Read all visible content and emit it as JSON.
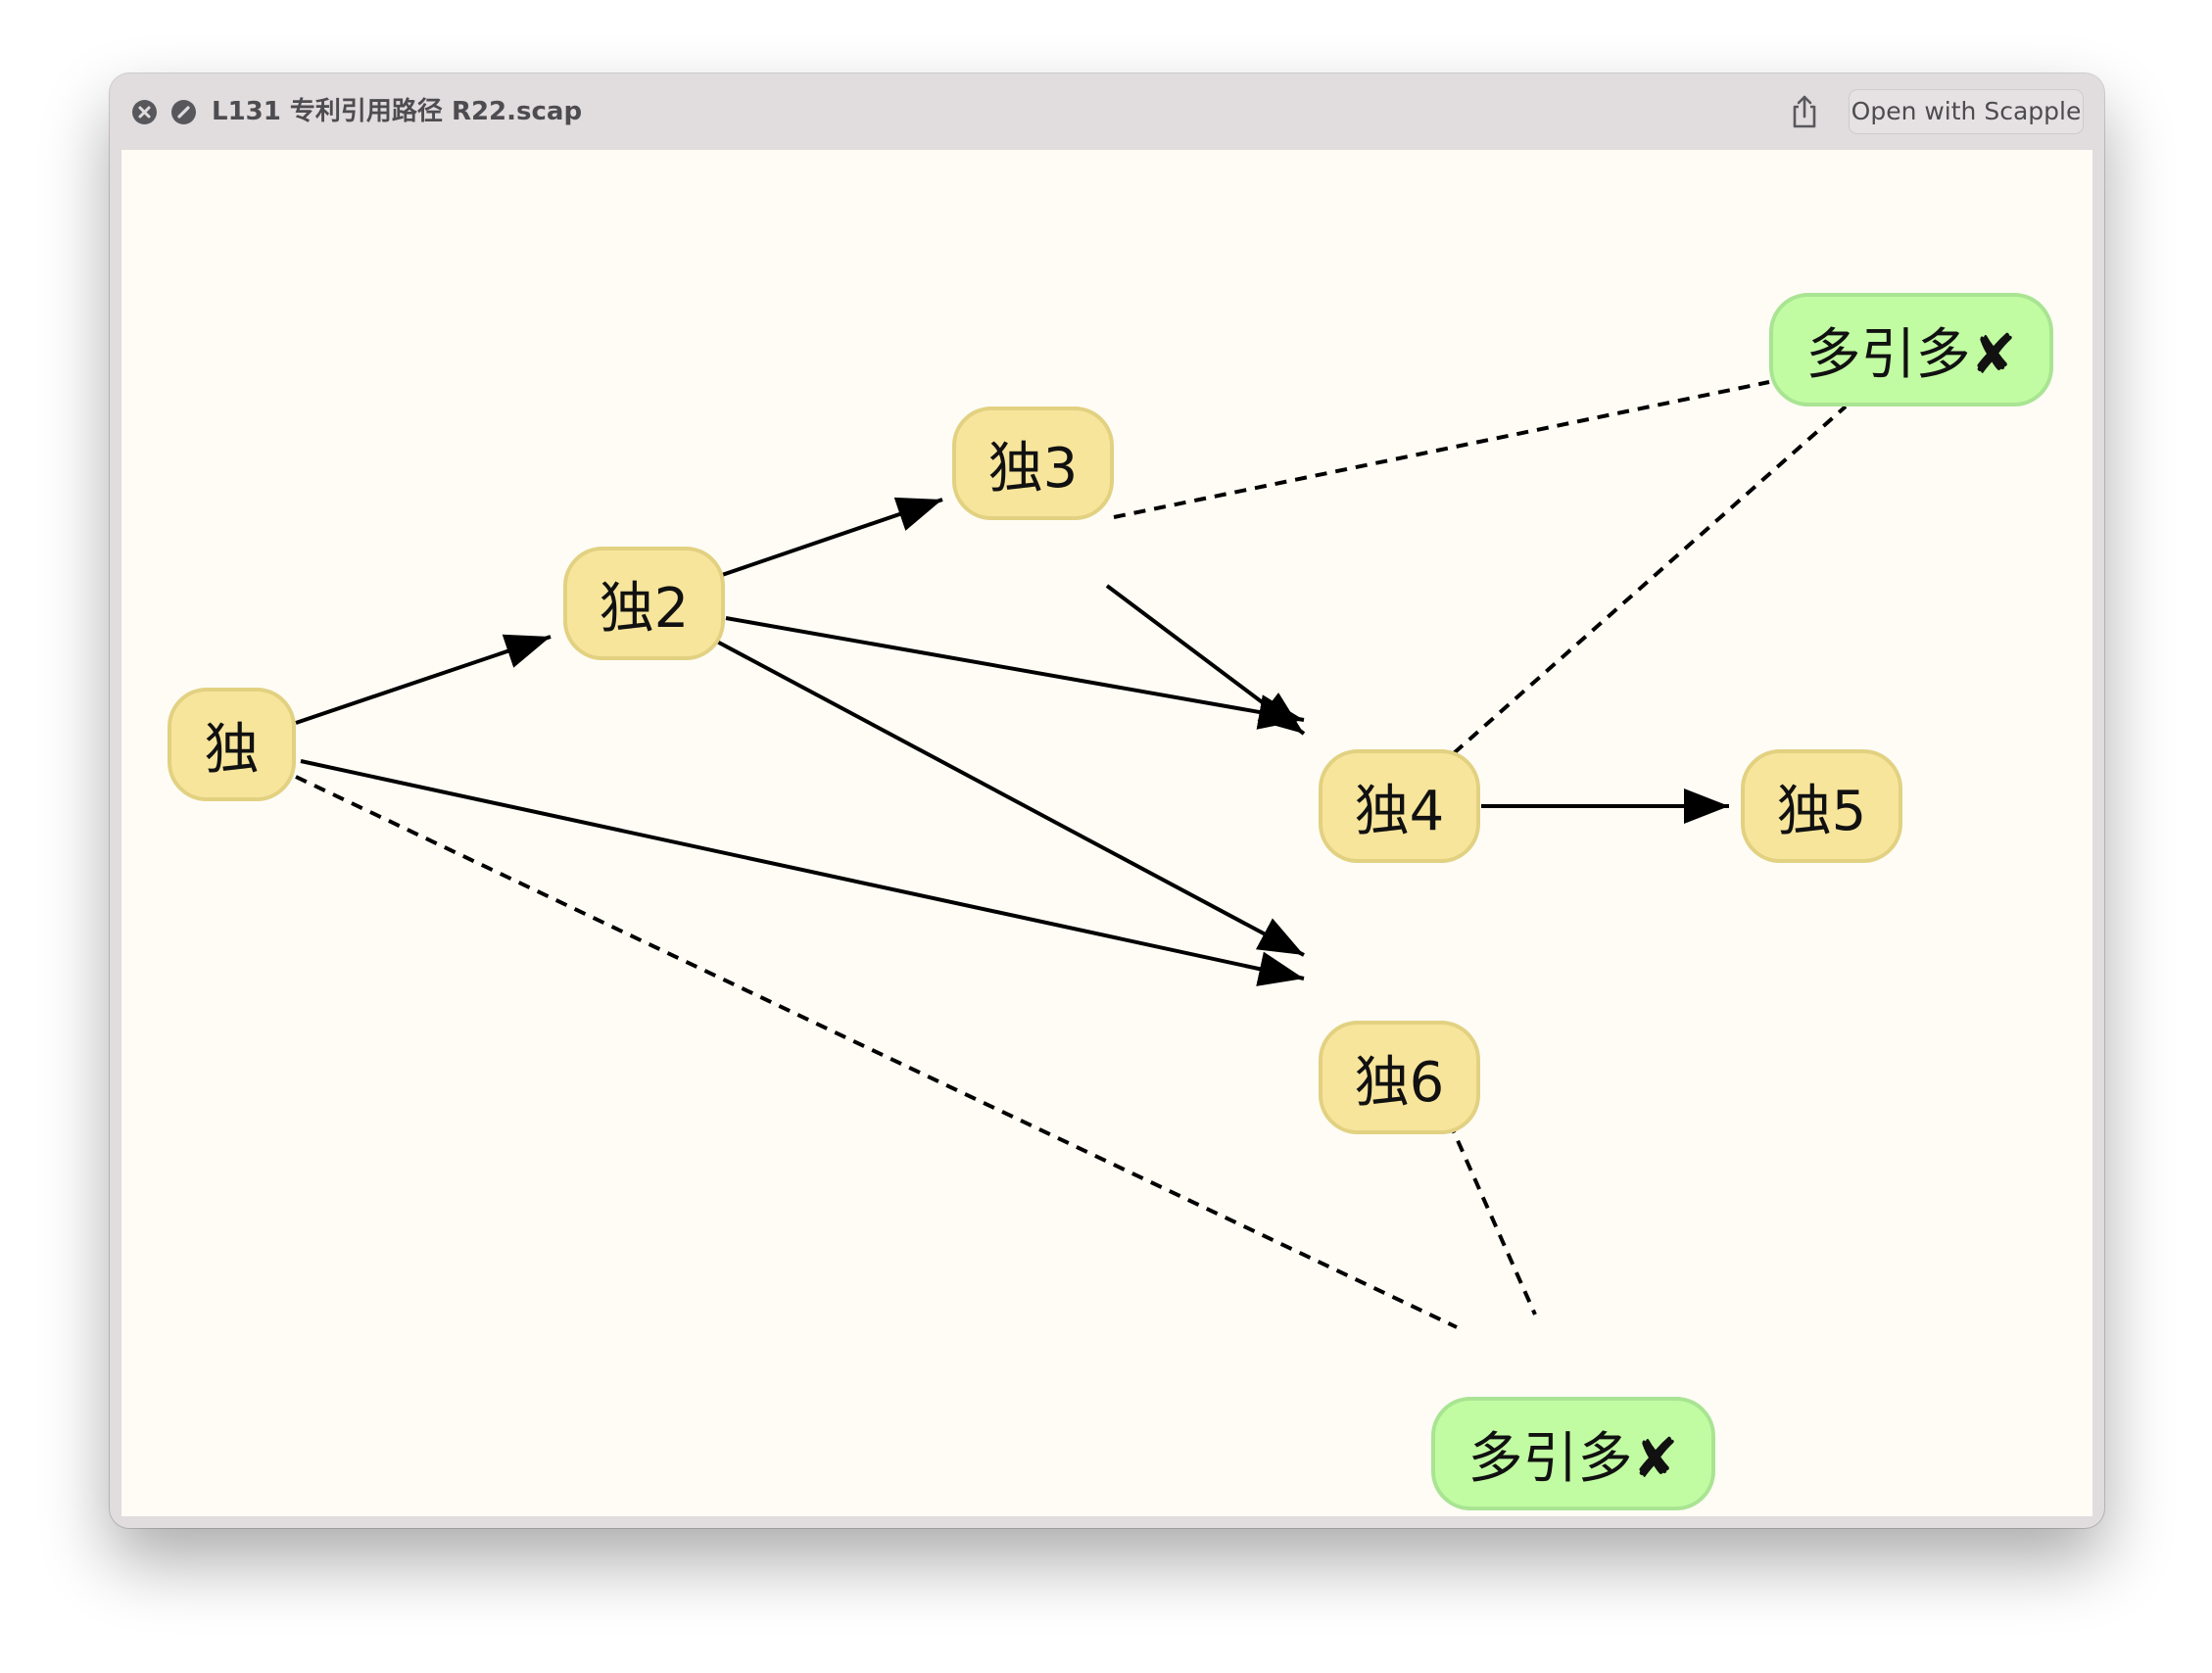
{
  "window": {
    "title": "L131 专利引用路径 R22.scap",
    "open_button_label": "Open with Scapple",
    "controls": [
      "close-icon",
      "block-icon",
      "share-icon"
    ]
  },
  "nodes": {
    "n1": "独",
    "n2": "独2",
    "n3": "独3",
    "n4": "独4",
    "n5": "独5",
    "n6": "独6",
    "m1": "多引多✘",
    "m2": "多引多✘"
  },
  "connections": [
    {
      "from": "n1",
      "to": "n2",
      "style": "arrow"
    },
    {
      "from": "n2",
      "to": "n3",
      "style": "arrow"
    },
    {
      "from": "n3",
      "to": "n4",
      "style": "arrow"
    },
    {
      "from": "n2",
      "to": "n4",
      "style": "arrow"
    },
    {
      "from": "n4",
      "to": "n5",
      "style": "arrow"
    },
    {
      "from": "n2",
      "to": "n6",
      "style": "arrow"
    },
    {
      "from": "n1",
      "to": "n6",
      "style": "arrow"
    },
    {
      "from": "n3",
      "to": "m1",
      "style": "dashed"
    },
    {
      "from": "n4",
      "to": "m1",
      "style": "dashed"
    },
    {
      "from": "n1",
      "to": "m2",
      "style": "dashed"
    },
    {
      "from": "n6",
      "to": "m2",
      "style": "dashed"
    }
  ],
  "colors": {
    "note_fill": "#f7e59c",
    "note_border": "#e2d181",
    "highlight_fill": "#c1fca2",
    "highlight_border": "#a9e493",
    "canvas": "#fefcf5",
    "titlebar": "#e1dcdd"
  }
}
